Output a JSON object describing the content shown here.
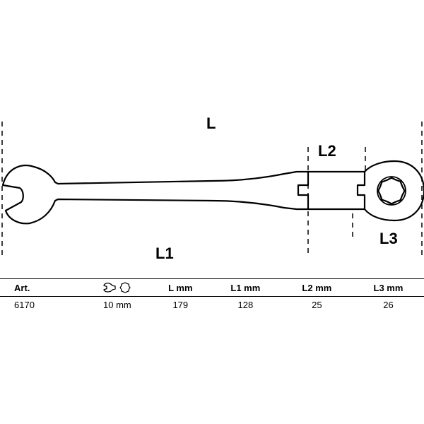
{
  "dimension_labels": {
    "L": "L",
    "L1": "L1",
    "L2": "L2",
    "L3": "L3"
  },
  "table": {
    "headers": [
      "Art.",
      "",
      "L mm",
      "L1 mm",
      "L2 mm",
      "L3 mm"
    ],
    "size_header_icons": [
      "open-end-wrench-icon",
      "twelve-point-ring-icon"
    ],
    "rows": [
      [
        "6170",
        "10 mm",
        "179",
        "128",
        "25",
        "26"
      ]
    ]
  },
  "colors": {
    "line": "#000000",
    "background": "#ffffff"
  }
}
